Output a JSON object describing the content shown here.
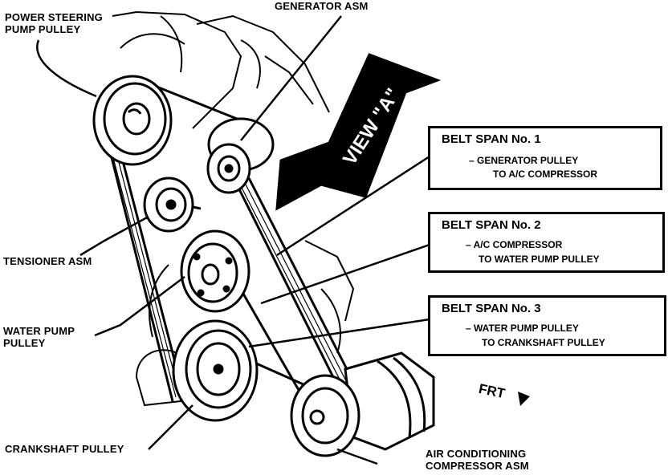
{
  "labels": {
    "power_steering_line1": "POWER STEERING",
    "power_steering_line2": "PUMP PULLEY",
    "generator": "GENERATOR ASM",
    "tensioner": "TENSIONER ASM",
    "water_pump_line1": "WATER PUMP",
    "water_pump_line2": "PULLEY",
    "crankshaft": "CRANKSHAFT PULLEY",
    "ac_line1": "AIR CONDITIONING",
    "ac_line2": "COMPRESSOR ASM",
    "view": "VIEW \"A\"",
    "front": "FRT"
  },
  "belt_spans": [
    {
      "title": "BELT SPAN No. 1",
      "line1": "– GENERATOR PULLEY",
      "line2": "TO A/C COMPRESSOR"
    },
    {
      "title": "BELT SPAN No. 2",
      "line1": "– A/C COMPRESSOR",
      "line2": "TO WATER PUMP PULLEY"
    },
    {
      "title": "BELT SPAN No. 3",
      "line1": "– WATER PUMP PULLEY",
      "line2": "TO CRANKSHAFT PULLEY"
    }
  ]
}
